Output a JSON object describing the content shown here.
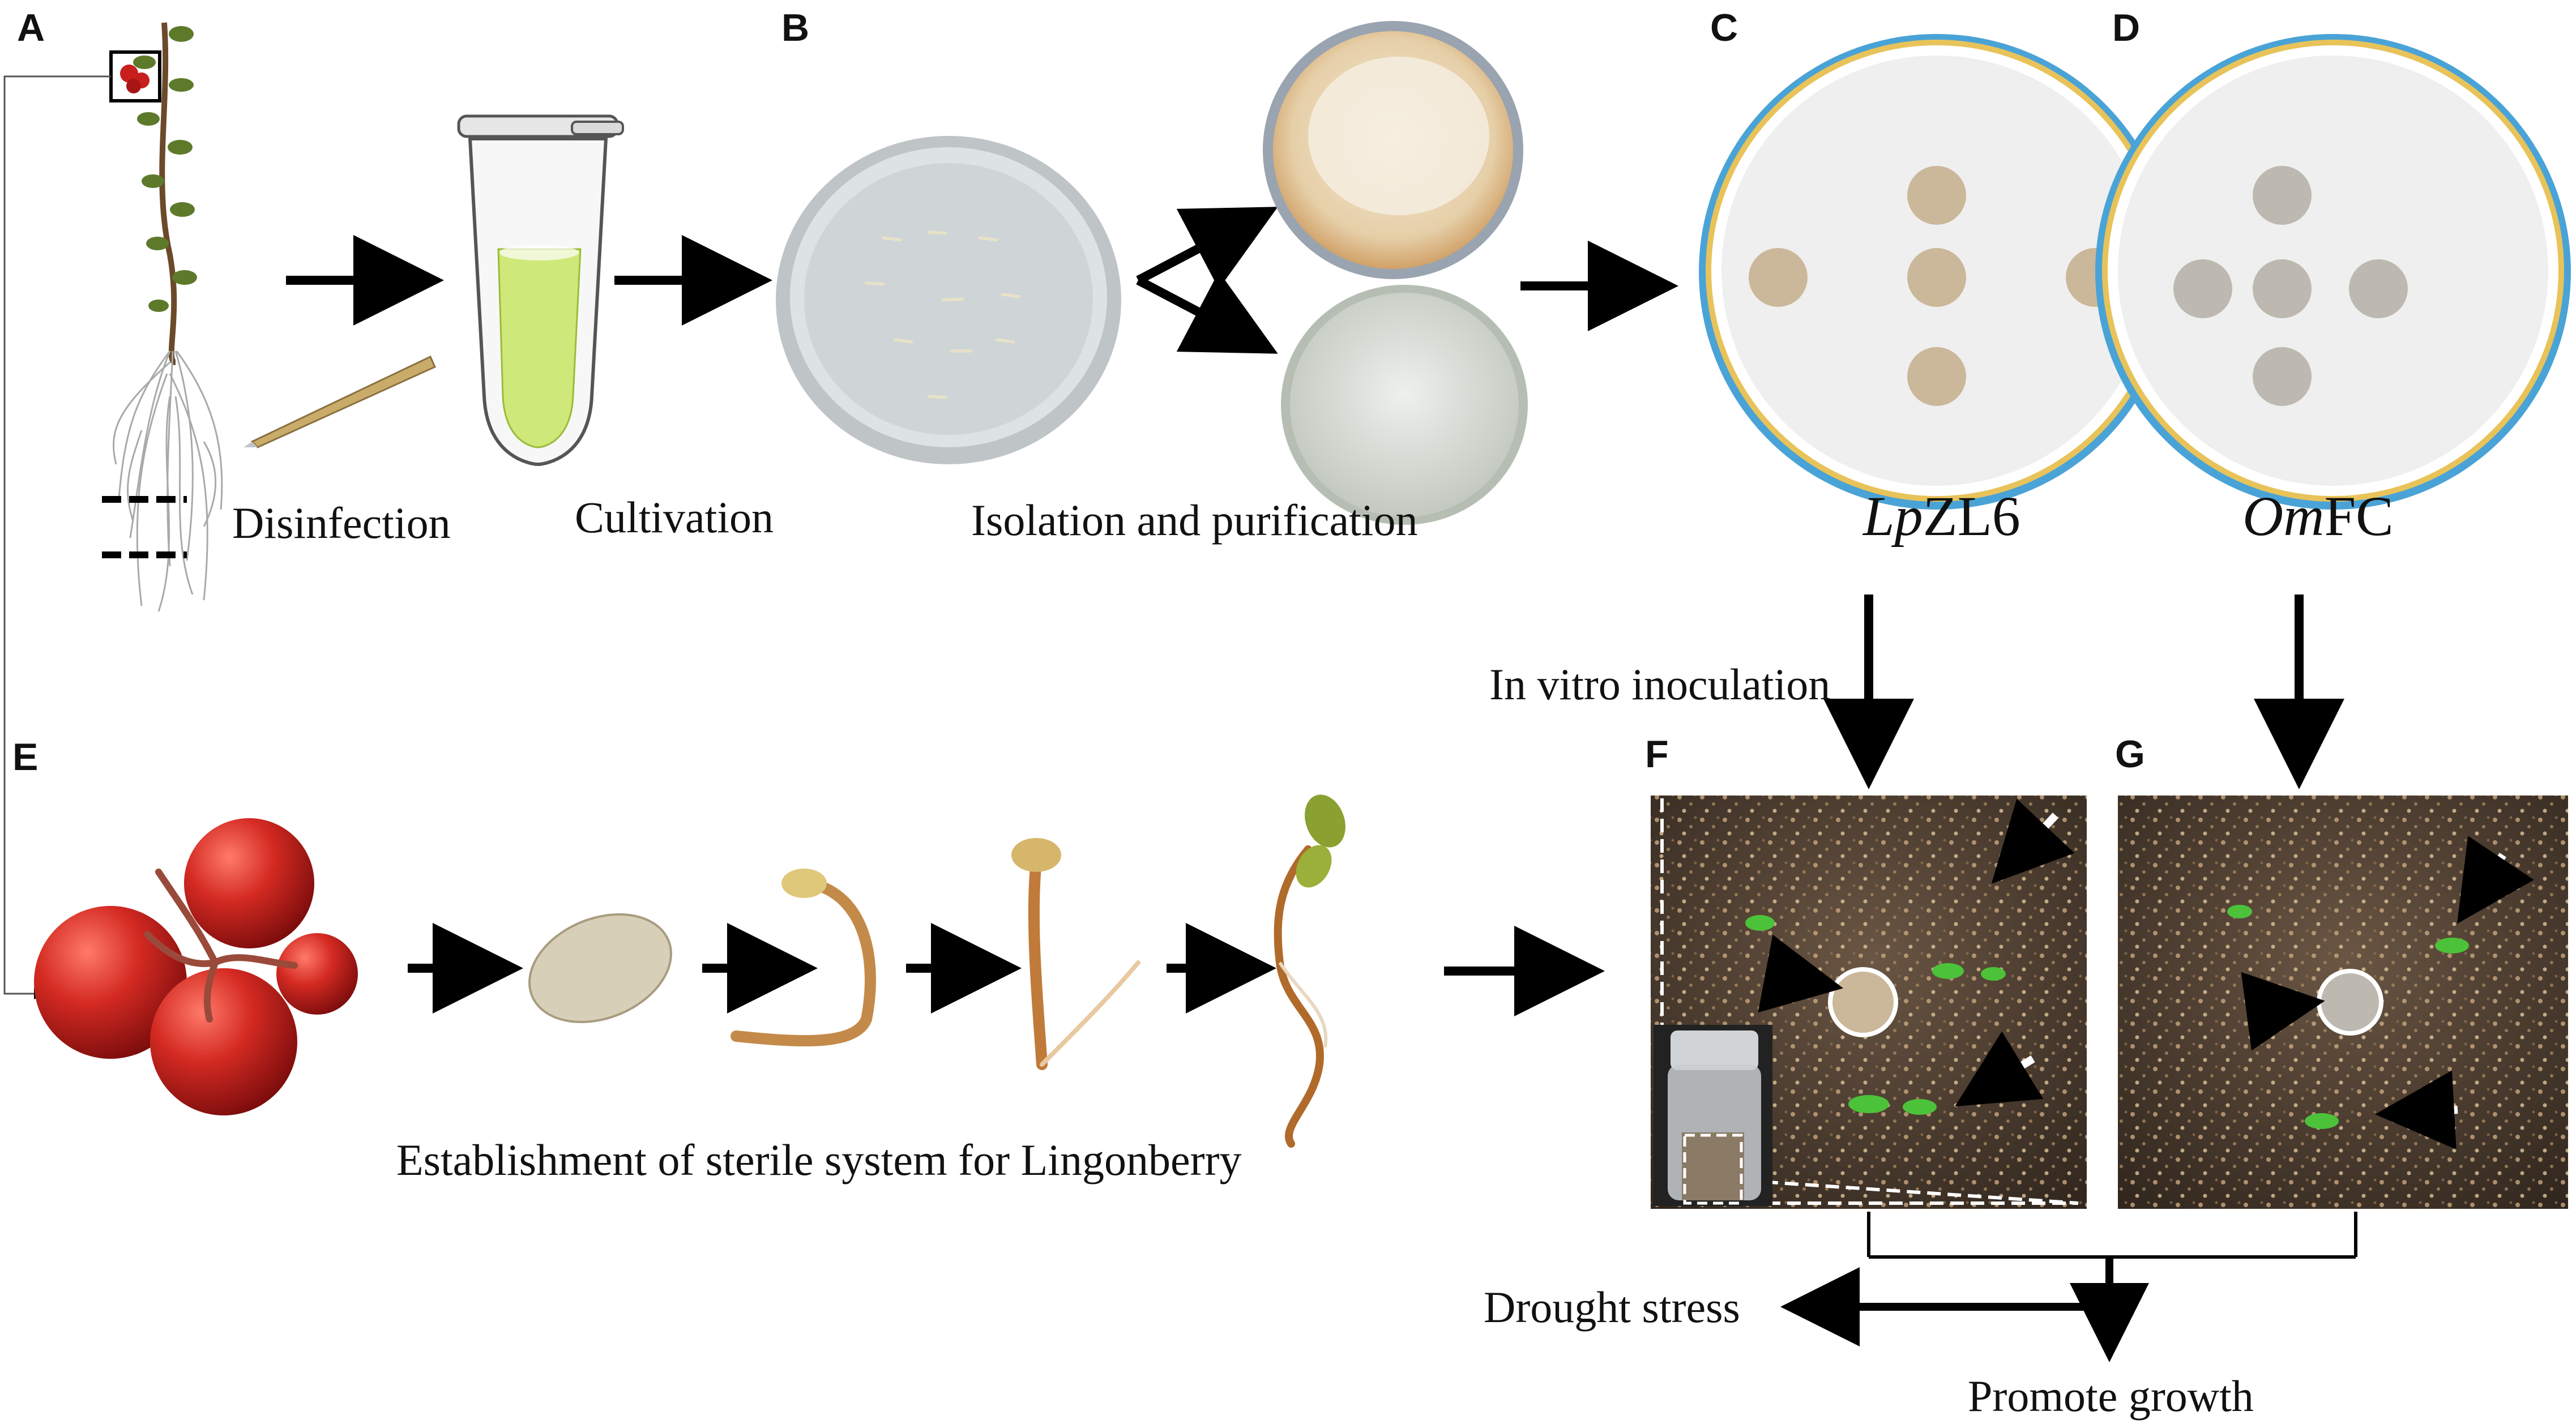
{
  "panels": {
    "a": "A",
    "b": "B",
    "c": "C",
    "d": "D",
    "e": "E",
    "f": "F",
    "g": "G"
  },
  "steps": {
    "disinfection": "Disinfection",
    "cultivation": "Cultivation",
    "isolation": "Isolation and purification",
    "inoculation": "In vitro inoculation",
    "sterile_system": "Establishment of sterile system for Lingonberry",
    "drought": "Drought stress",
    "promote": "Promote growth"
  },
  "strains": {
    "lp_italic": "Lp",
    "lp_rest": "ZL6",
    "om_italic": "Om",
    "om_rest": "FC"
  },
  "colors": {
    "arrow": "#000000",
    "berry": "#c81e1e",
    "tube_liquid": "#cfe87a",
    "soil": "#4a3a2c",
    "seedling": "#4cc23a",
    "marker_red": "#e81a1a",
    "colony_tan": "#cbb89a",
    "colony_gray": "#bdb8b0",
    "plate_rim_blue": "#4aa3d6",
    "plate_rim_yellow": "#e8c35a"
  }
}
